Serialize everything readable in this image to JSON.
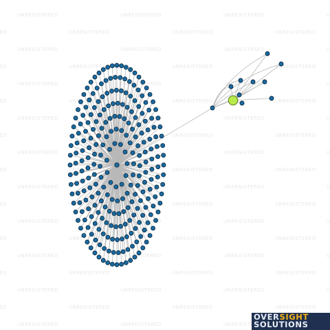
{
  "watermark_text": "UNREGISTERED",
  "colors": {
    "background": "#ffffff",
    "edge": "#b8b8b8",
    "node_fill": "#1b6aa0",
    "node_stroke": "#0c2f48",
    "hub_fill": "#b8ea4a",
    "hub_stroke": "#4b6b16",
    "watermark": "#e8e8e8",
    "logo_bg": "#1f3050",
    "logo_accent": "#f2b21b"
  },
  "graph": {
    "layout": "two clusters joined by a bridge edge",
    "primary_cluster_node_shape": "small blue circles",
    "highlighted_node_color": "lime green",
    "highlighted_node_icon": "green-circle-icon"
  },
  "logo": {
    "line1_part1": "OVER",
    "line1_part2": "SIGHT",
    "line2": "SOLUTIONS"
  }
}
